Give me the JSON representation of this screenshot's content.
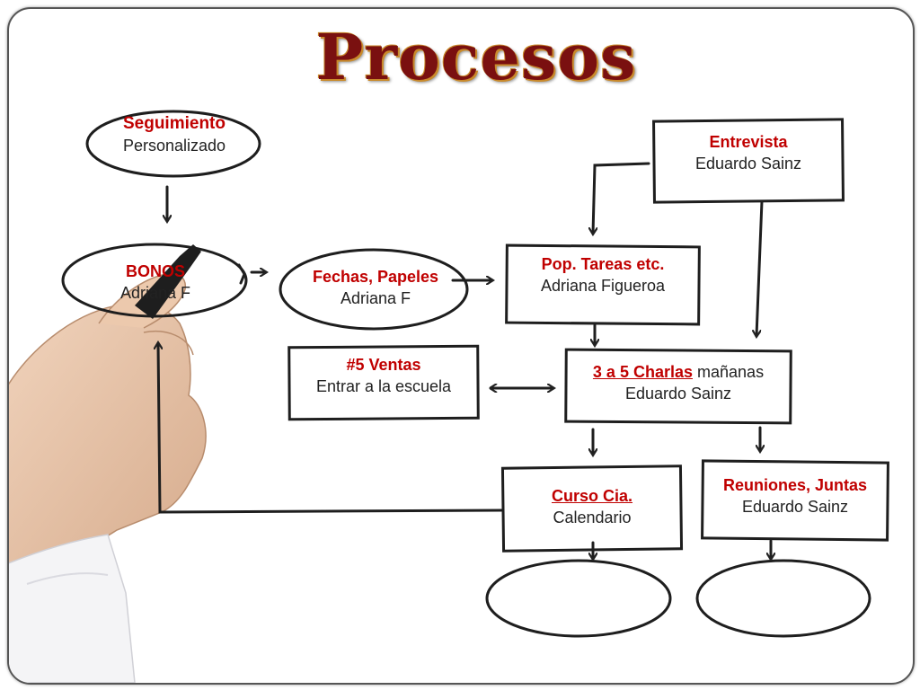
{
  "title": "Procesos",
  "colors": {
    "accent": "#c00000",
    "ink": "#222222",
    "title": "#7a1010"
  },
  "nodes": {
    "seguimiento": {
      "title": "Seguimiento",
      "subtitle": "Personalizado"
    },
    "bonos": {
      "title": "BONOS",
      "subtitle": "Adriana F"
    },
    "fechas": {
      "title": "Fechas, Papeles",
      "subtitle": "Adriana F"
    },
    "pop": {
      "title": "Pop. Tareas etc.",
      "subtitle": "Adriana Figueroa"
    },
    "entrevista": {
      "title": "Entrevista",
      "subtitle": "Eduardo Sainz"
    },
    "ventas": {
      "title": "#5 Ventas",
      "subtitle": "Entrar a la escuela"
    },
    "charlas": {
      "title": "3 a 5 Charlas",
      "title_suffix": "mañanas",
      "subtitle": "Eduardo Sainz"
    },
    "curso": {
      "title": "Curso Cia.",
      "subtitle": "Calendario"
    },
    "reuniones": {
      "title": "Reuniones, Juntas",
      "subtitle": "Eduardo Sainz"
    }
  }
}
